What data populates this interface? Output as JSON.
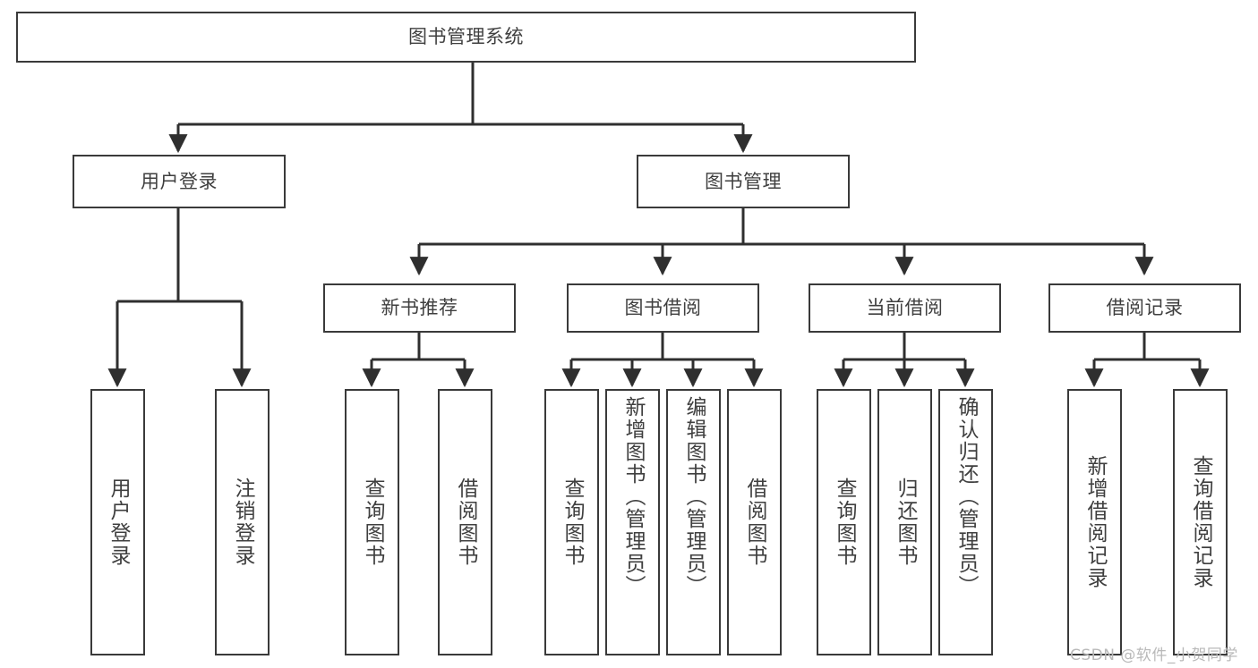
{
  "diagram": {
    "title": "图书管理系统",
    "type": "hierarchy-tree",
    "root": {
      "label": "图书管理系统"
    },
    "level2": [
      {
        "label": "用户登录"
      },
      {
        "label": "图书管理"
      }
    ],
    "level3": [
      {
        "label": "新书推荐"
      },
      {
        "label": "图书借阅"
      },
      {
        "label": "当前借阅"
      },
      {
        "label": "借阅记录"
      }
    ],
    "leaves": {
      "user_login": [
        {
          "label": "用户登录"
        },
        {
          "label": "注销登录"
        }
      ],
      "new_book_recommend": [
        {
          "label": "查询图书"
        },
        {
          "label": "借阅图书"
        }
      ],
      "book_borrow": [
        {
          "label": "查询图书"
        },
        {
          "label": "新增图书（管理员）"
        },
        {
          "label": "编辑图书（管理员）"
        },
        {
          "label": "借阅图书"
        }
      ],
      "current_borrow": [
        {
          "label": "查询图书"
        },
        {
          "label": "归还图书"
        },
        {
          "label": "确认归还（管理员）"
        }
      ],
      "borrow_record": [
        {
          "label": "新增借阅记录"
        },
        {
          "label": "查询借阅记录"
        }
      ]
    }
  },
  "watermark": {
    "text": "CSDN @软件_小贺同学"
  },
  "colors": {
    "stroke": "#3a3a3a",
    "text": "#3f3f3f",
    "background": "#ffffff",
    "watermark": "#b9b9b9"
  }
}
